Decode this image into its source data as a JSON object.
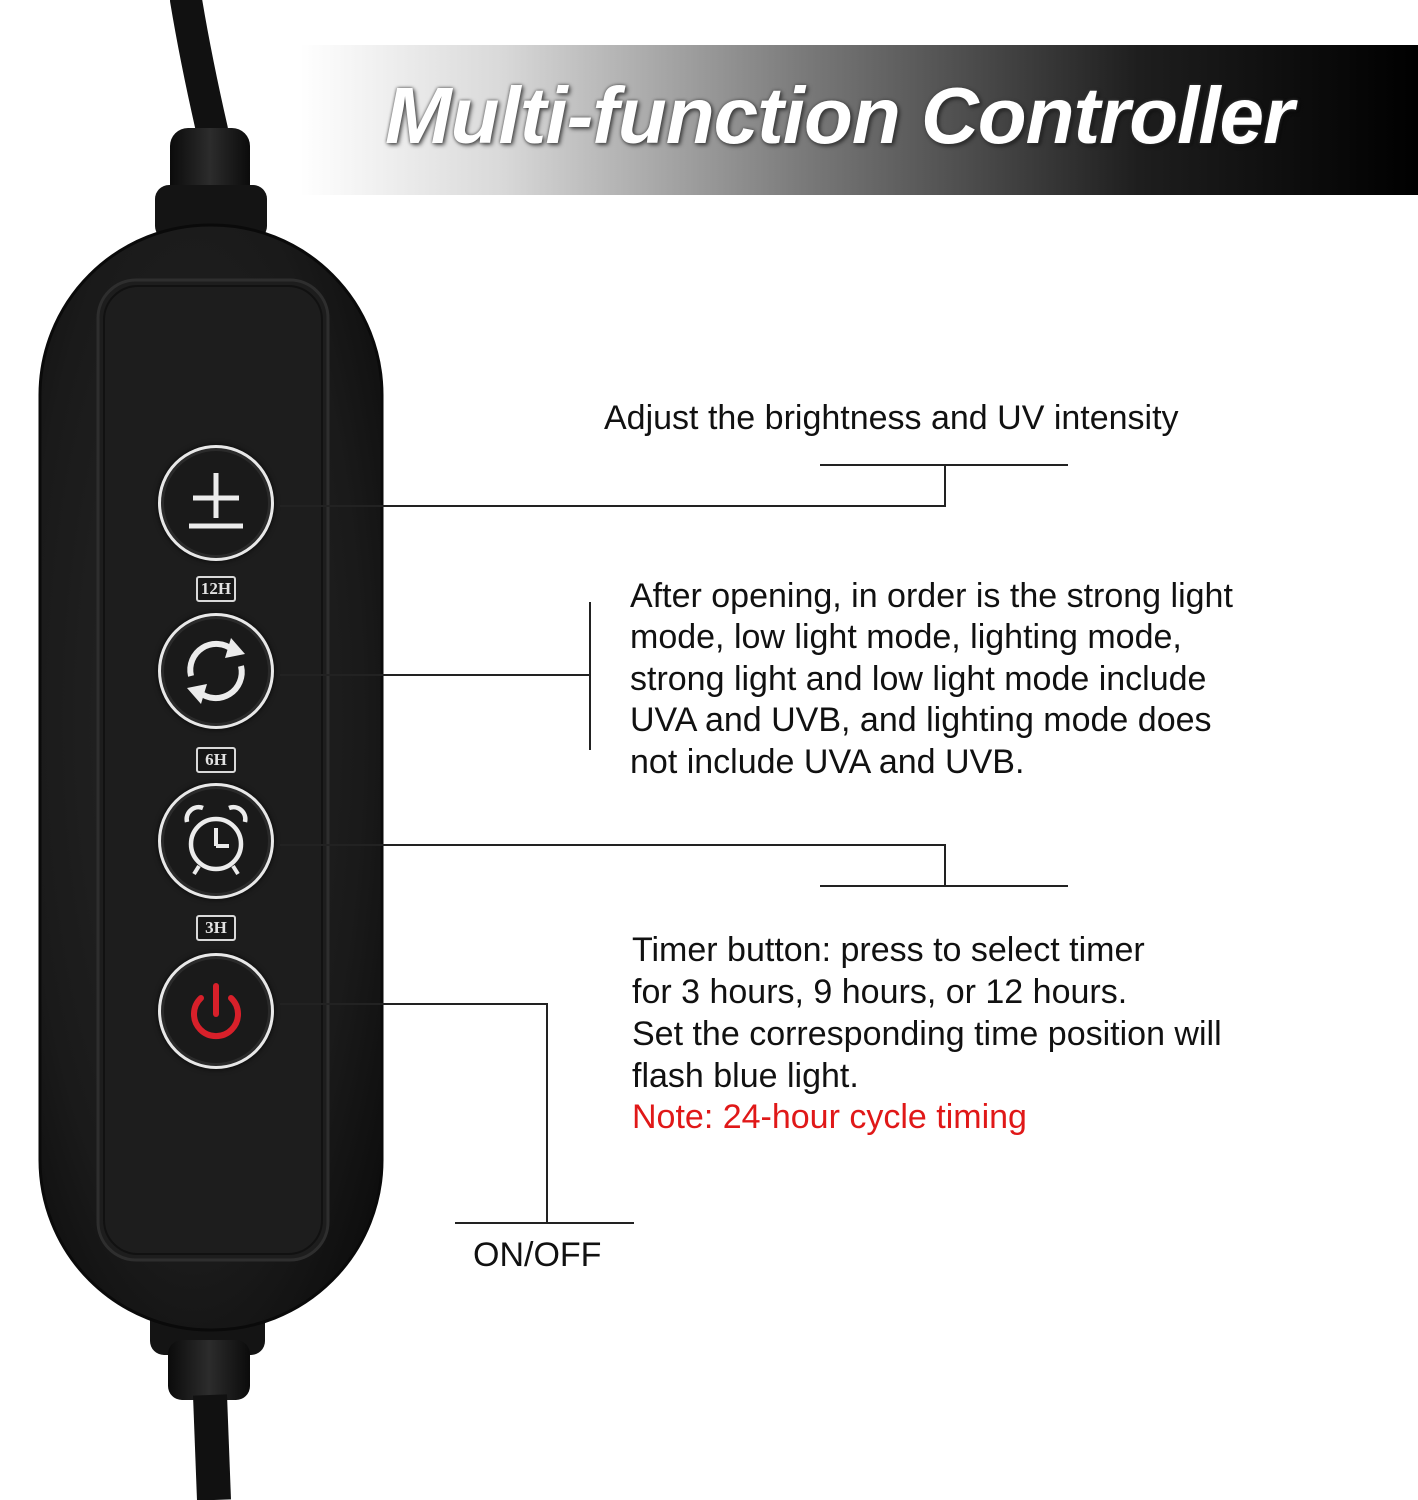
{
  "title": "Multi-function Controller",
  "controller": {
    "buttons": [
      {
        "icon": "plus-minus-icon"
      },
      {
        "icon": "cycle-arrows-icon"
      },
      {
        "icon": "alarm-clock-icon"
      },
      {
        "icon": "power-icon"
      }
    ],
    "timer_badges": [
      "12H",
      "6H",
      "3H"
    ]
  },
  "annotations": {
    "brightness": "Adjust the brightness and UV intensity",
    "mode_lines": [
      "After opening, in order is the strong light",
      "mode, low light mode, lighting mode,",
      "strong light and low light mode include",
      "UVA and UVB, and lighting mode does",
      "not include UVA and UVB."
    ],
    "timer_lines": [
      "Timer button: press to select timer",
      "for 3 hours, 9 hours, or 12 hours.",
      "Set the corresponding time position will",
      "flash blue light."
    ],
    "timer_note": "Note: 24-hour cycle timing",
    "power": "ON/OFF"
  },
  "colors": {
    "note_red": "#e01818",
    "power_icon_red": "#d8202a",
    "body": "#1b1b1b"
  }
}
